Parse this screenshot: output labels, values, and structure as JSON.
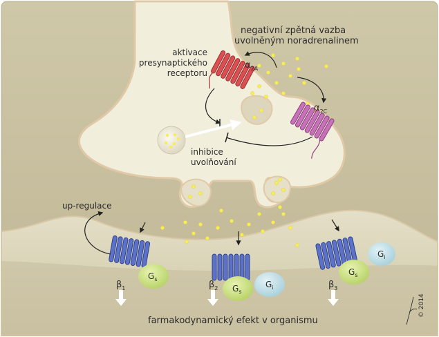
{
  "labels": {
    "feedback_line1": "negativní zpětná vazba",
    "feedback_line2": "uvolněným noradrenalinem",
    "activation_line1": "aktivace",
    "activation_line2": "presynaptického",
    "activation_line3": "receptoru",
    "alpha2a_main": "α",
    "alpha2a_sub": "2A",
    "alpha2c_main": "α",
    "alpha2c_sub": "2C",
    "inhibition_line1": "inhibice",
    "inhibition_line2": "uvolňování",
    "upregulation": "up-regulace",
    "beta1_main": "β",
    "beta1_sub": "1",
    "beta2_main": "β",
    "beta2_sub": "2",
    "beta3_main": "β",
    "beta3_sub": "3",
    "gs_main": "G",
    "gs_sub": "s",
    "gi_main": "G",
    "gi_sub": "i",
    "effect": "farmakodynamický efekt v organismu",
    "copyright": "© 2014"
  },
  "colors": {
    "background": "#c8c1a0",
    "neuron": "#f2eedc",
    "neuron_edge": "#e0c9a6",
    "postsynaptic_top": "#d9d3b8",
    "receptor_alpha2a": "#d94f52",
    "receptor_alpha2c": "#c771b8",
    "receptor_beta": "#5b72c8",
    "gs_protein": "#c5e07a",
    "gi_protein": "#b9dde6",
    "noradrenaline": "#f7ec5a"
  }
}
